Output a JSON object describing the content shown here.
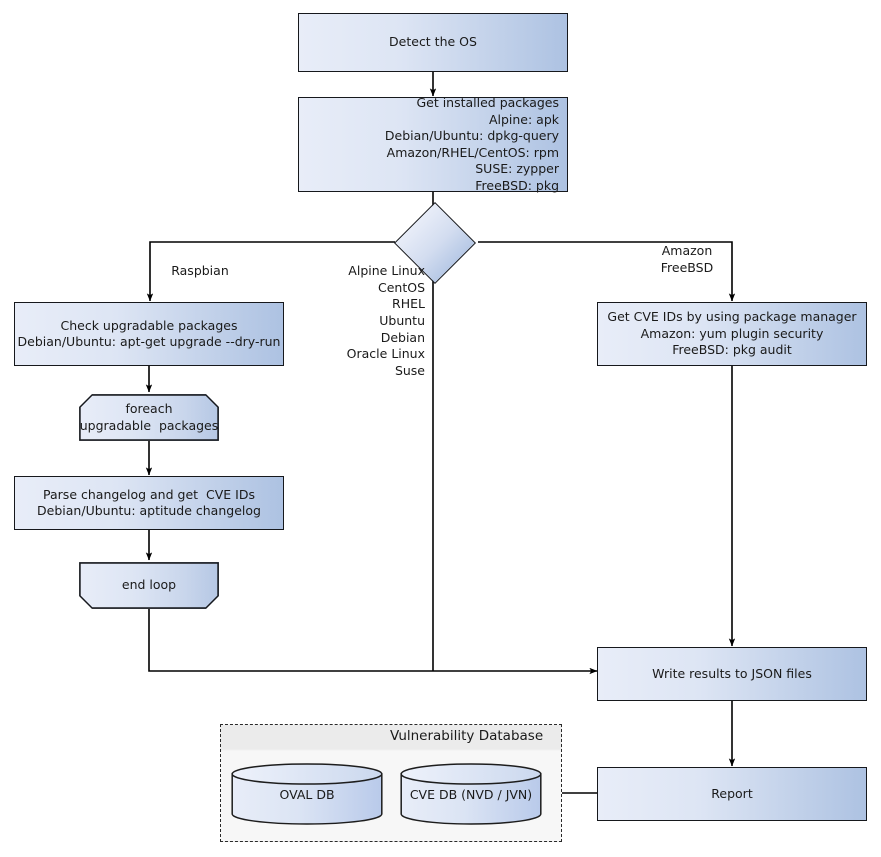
{
  "diagram": {
    "title": "Vulnerability scanning flowchart",
    "colors": {
      "node_fill_light": "#e8edf8",
      "node_fill_dark": "#adc2e2",
      "node_border": "#16181c",
      "container_fill": "#f7f7f7",
      "container_header": "#ebebeb",
      "edge_stroke": "#000000",
      "background": "#ffffff"
    }
  },
  "nodes": {
    "detect_os": {
      "label": "Detect the OS"
    },
    "get_installed_packages": {
      "label": "Get installed packages\nAlpine: apk\nDebian/Ubuntu: dpkg-query\nAmazon/RHEL/CentOS: rpm\nSUSE: zypper\nFreeBSD: pkg"
    },
    "os_decision": {
      "label": ""
    },
    "check_upgradable": {
      "label": "Check upgradable packages\nDebian/Ubuntu: apt-get upgrade --dry-run"
    },
    "foreach_loop": {
      "label": "foreach\nupgradable  packages"
    },
    "parse_changelog": {
      "label": "Parse changelog and get  CVE IDs\nDebian/Ubuntu: aptitude changelog"
    },
    "end_loop": {
      "label": "end loop"
    },
    "get_cve_ids": {
      "label": "Get CVE IDs by using package manager\nAmazon: yum plugin security\nFreeBSD: pkg audit"
    },
    "write_results": {
      "label": "Write results to JSON files"
    },
    "report": {
      "label": "Report"
    },
    "oval_db": {
      "label": "OVAL DB"
    },
    "cve_db": {
      "label": "CVE DB (NVD / JVN)"
    }
  },
  "containers": {
    "vulnerability_database": {
      "title": "Vulnerability Database"
    }
  },
  "edge_labels": {
    "raspbian": "Raspbian",
    "linux_distros": "Alpine Linux\nCentOS\nRHEL\nUbuntu\nDebian\nOracle Linux\nSuse",
    "amazon_freebsd": "Amazon\nFreeBSD"
  }
}
